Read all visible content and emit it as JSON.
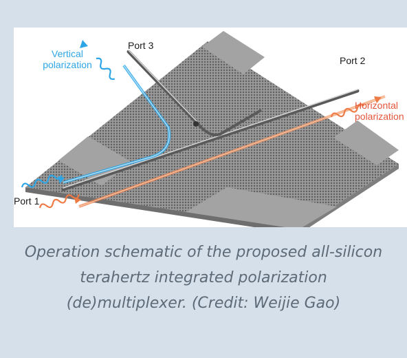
{
  "figure": {
    "labels": {
      "vertical": "Vertical\npolarization",
      "horizontal": "Horizontal\npolarization",
      "port1": "Port 1",
      "port2": "Port 2",
      "port3": "Port 3"
    },
    "colors": {
      "vertical": "#2ea6e6",
      "horizontal": "#ee7a45",
      "chip": "#8d8d8d",
      "background": "#d6e0ea"
    }
  },
  "caption": "Operation schematic of the proposed all-silicon terahertz integrated polarization (de)multiplexer. (Credit: Weijie Gao)"
}
